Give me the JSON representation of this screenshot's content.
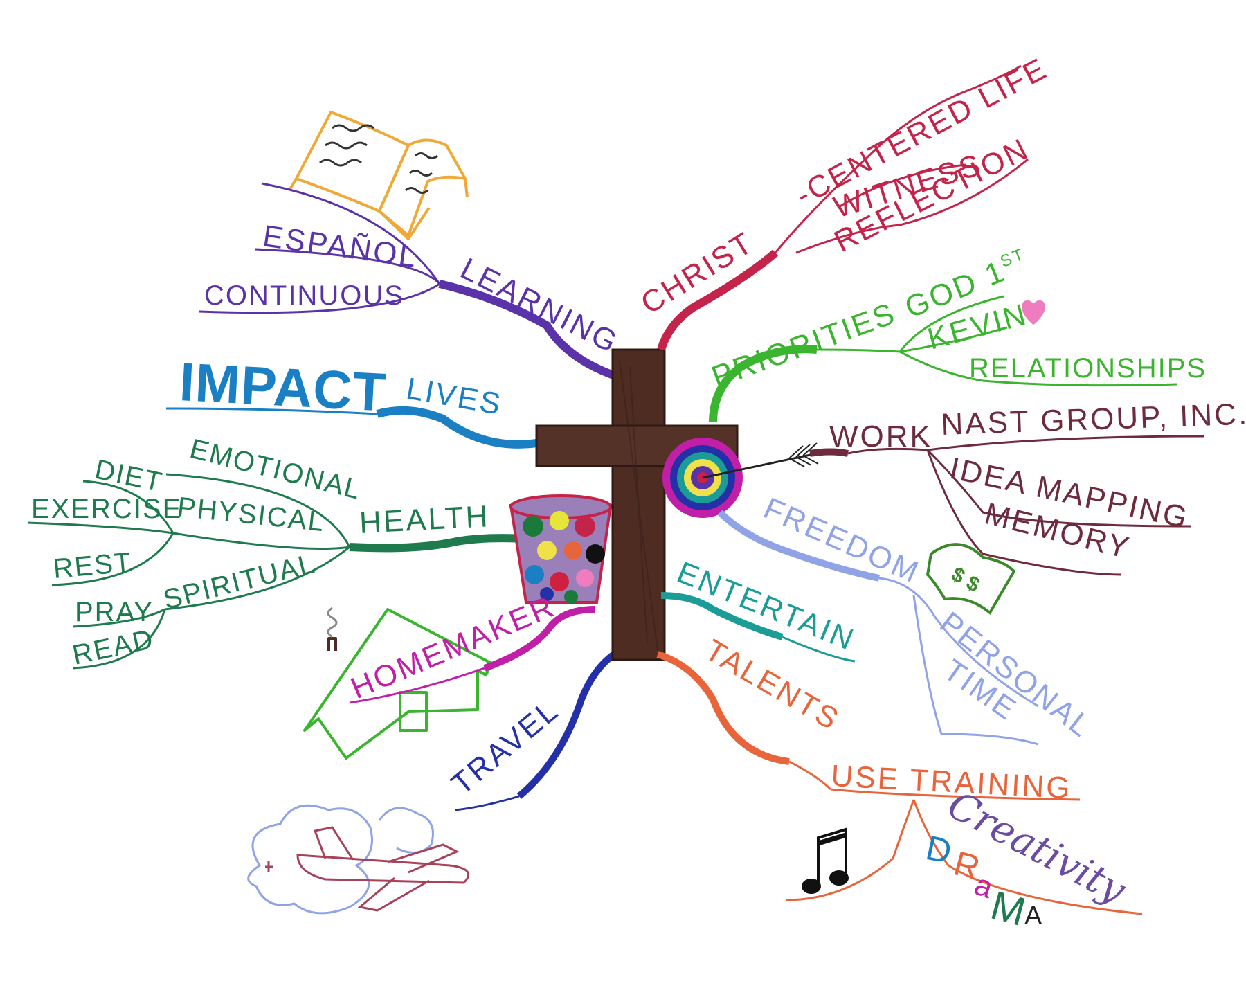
{
  "colors": {
    "christ": "#c4234a",
    "priorities": "#3bb52f",
    "work": "#6e2b3e",
    "freedom": "#8fa3e6",
    "entertain": "#1c9c97",
    "talents": "#e8643a",
    "travel": "#2430a8",
    "homemaker": "#c21fa8",
    "health": "#1f7a4e",
    "impact": "#1b7fc4",
    "learning": "#5b33a8",
    "cross": "#4e2c22",
    "book": "#f0a936"
  },
  "branches": {
    "christ": {
      "label": "CHRIST",
      "centered": "-CENTERED LIFE",
      "witness": "WITNESS",
      "reflection": "REFLECTION"
    },
    "priorities": {
      "label": "PRIORITIES",
      "god": "GOD 1",
      "god_sup": "ST",
      "kevin": "KEVIN",
      "relationships": "RELATIONSHIPS"
    },
    "work": {
      "label": "WORK",
      "nast": "NAST GROUP, INC.",
      "idea": "IDEA MAPPING",
      "memory": "MEMORY"
    },
    "freedom": {
      "label": "FREEDOM",
      "personal": "PERSONAL",
      "time": "TIME",
      "dollar": "$ $"
    },
    "entertain": {
      "label": "ENTERTAIN"
    },
    "talents": {
      "label": "TALENTS",
      "use": "USE TRAINING",
      "creativity": "Creativity",
      "drama": [
        "D",
        "R",
        "a",
        "M",
        "A"
      ]
    },
    "travel": {
      "label": "TRAVEL"
    },
    "homemaker": {
      "label": "HOMEMAKER"
    },
    "health": {
      "label": "HEALTH",
      "emotional": "EMOTIONAL",
      "physical": "PHYSICAL",
      "diet": "DIET",
      "exercise": "EXERCISE",
      "rest": "REST",
      "spiritual": "SPIRITUAL",
      "pray": "PRAY",
      "read": "READ"
    },
    "lives": {
      "impact": "IMPACT",
      "label": "LIVES"
    },
    "learning": {
      "label": "LEARNING",
      "espanol": "ESPAÑOL",
      "continuous": "CONTINUOUS"
    }
  },
  "icons": {
    "cross": "cross-icon",
    "target": "target-icon",
    "book": "book-icon",
    "jar": "candy-jar-icon",
    "house": "house-icon",
    "airplane": "airplane-icon",
    "heart": "heart-icon",
    "money": "money-icon",
    "music": "music-note-icon"
  }
}
